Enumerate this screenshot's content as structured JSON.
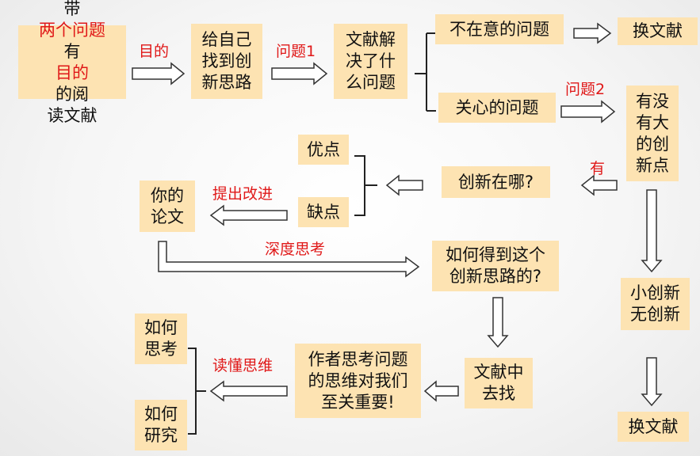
{
  "start": {
    "line1_pre": "带",
    "line1_red": "两个问题",
    "line2_pre": "有",
    "line2_red": "目的",
    "line2_post": "的阅",
    "line3": "读文献"
  },
  "nodes": {
    "innovate": [
      "给自己",
      "找到创",
      "新思路"
    ],
    "solved": [
      "文献解",
      "决了什",
      "么问题"
    ],
    "dont_care": "不在意的问题",
    "swap1": "换文献",
    "care": "关心的问题",
    "big_innovation": [
      "有没",
      "有大",
      "的创",
      "新点"
    ],
    "pros": "优点",
    "cons": "缺点",
    "where": "创新在哪?",
    "your_paper": [
      "你的",
      "论文"
    ],
    "how_get": [
      "如何得到这个",
      "创新思路的?"
    ],
    "small_innovation": [
      "小创新",
      "无创新"
    ],
    "how_think": [
      "如何",
      "思考"
    ],
    "how_research": [
      "如何",
      "研究"
    ],
    "author_thinking": [
      "作者思考问题",
      "的思维对我们",
      "至关重要!"
    ],
    "find_in_lit": [
      "文献中",
      "去找"
    ],
    "swap2": "换文献"
  },
  "labels": {
    "purpose": "目的",
    "question1": "问题1",
    "question2": "问题2",
    "yes": "有",
    "improve": "提出改进",
    "deep_think": "深度思考",
    "understand": "读懂思维"
  }
}
